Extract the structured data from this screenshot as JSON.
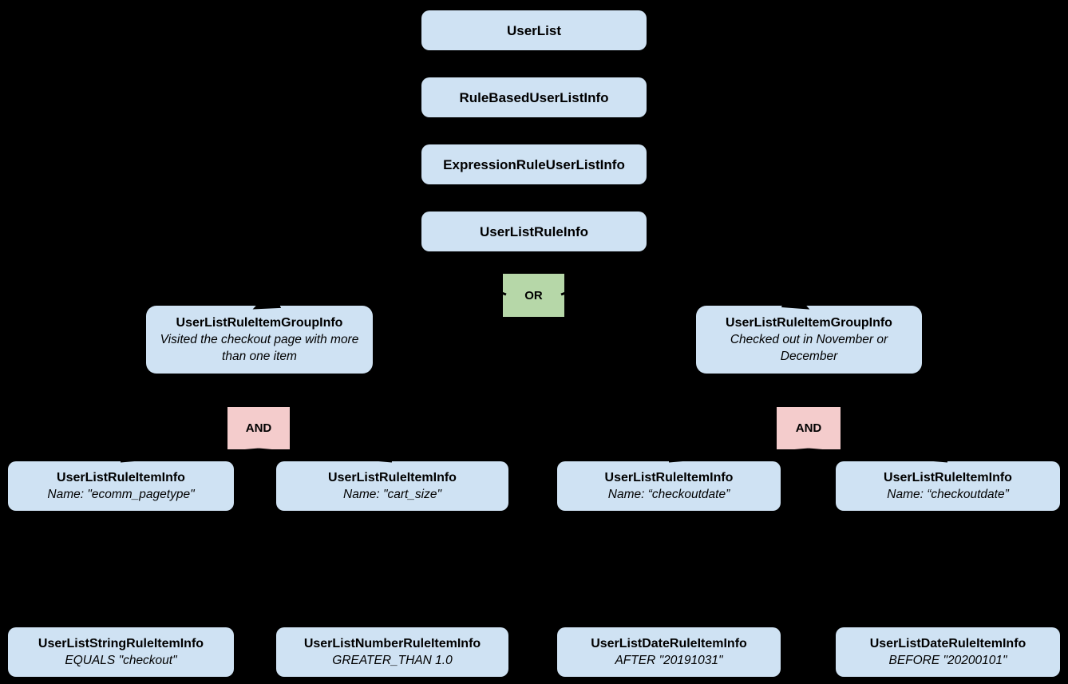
{
  "colors": {
    "background": "#000000",
    "node_fill": "#cfe2f3",
    "or_fill": "#b6d7a8",
    "and_fill": "#f4cccc",
    "text": "#000000"
  },
  "chain": [
    {
      "label": "UserList"
    },
    {
      "label": "RuleBasedUserListInfo"
    },
    {
      "label": "ExpressionRuleUserListInfo"
    },
    {
      "label": "UserListRuleInfo"
    }
  ],
  "or_node": {
    "label": "OR"
  },
  "groups": [
    {
      "title": "UserListRuleItemGroupInfo",
      "subtitle": "Visited the checkout page with more than one item",
      "operator": "AND"
    },
    {
      "title": "UserListRuleItemGroupInfo",
      "subtitle": "Checked out in November or December",
      "operator": "AND"
    }
  ],
  "rule_items": [
    {
      "title": "UserListRuleItemInfo",
      "subtitle": "Name: \"ecomm_pagetype\""
    },
    {
      "title": "UserListRuleItemInfo",
      "subtitle": "Name: \"cart_size\""
    },
    {
      "title": "UserListRuleItemInfo",
      "subtitle": "Name: “checkoutdate”"
    },
    {
      "title": "UserListRuleItemInfo",
      "subtitle": "Name: “checkoutdate”"
    }
  ],
  "leaf_items": [
    {
      "title": "UserListStringRuleItemInfo",
      "subtitle": "EQUALS \"checkout\""
    },
    {
      "title": "UserListNumberRuleItemInfo",
      "subtitle": "GREATER_THAN 1.0"
    },
    {
      "title": "UserListDateRuleItemInfo",
      "subtitle": "AFTER \"20191031\""
    },
    {
      "title": "UserListDateRuleItemInfo",
      "subtitle": "BEFORE \"20200101\""
    }
  ]
}
